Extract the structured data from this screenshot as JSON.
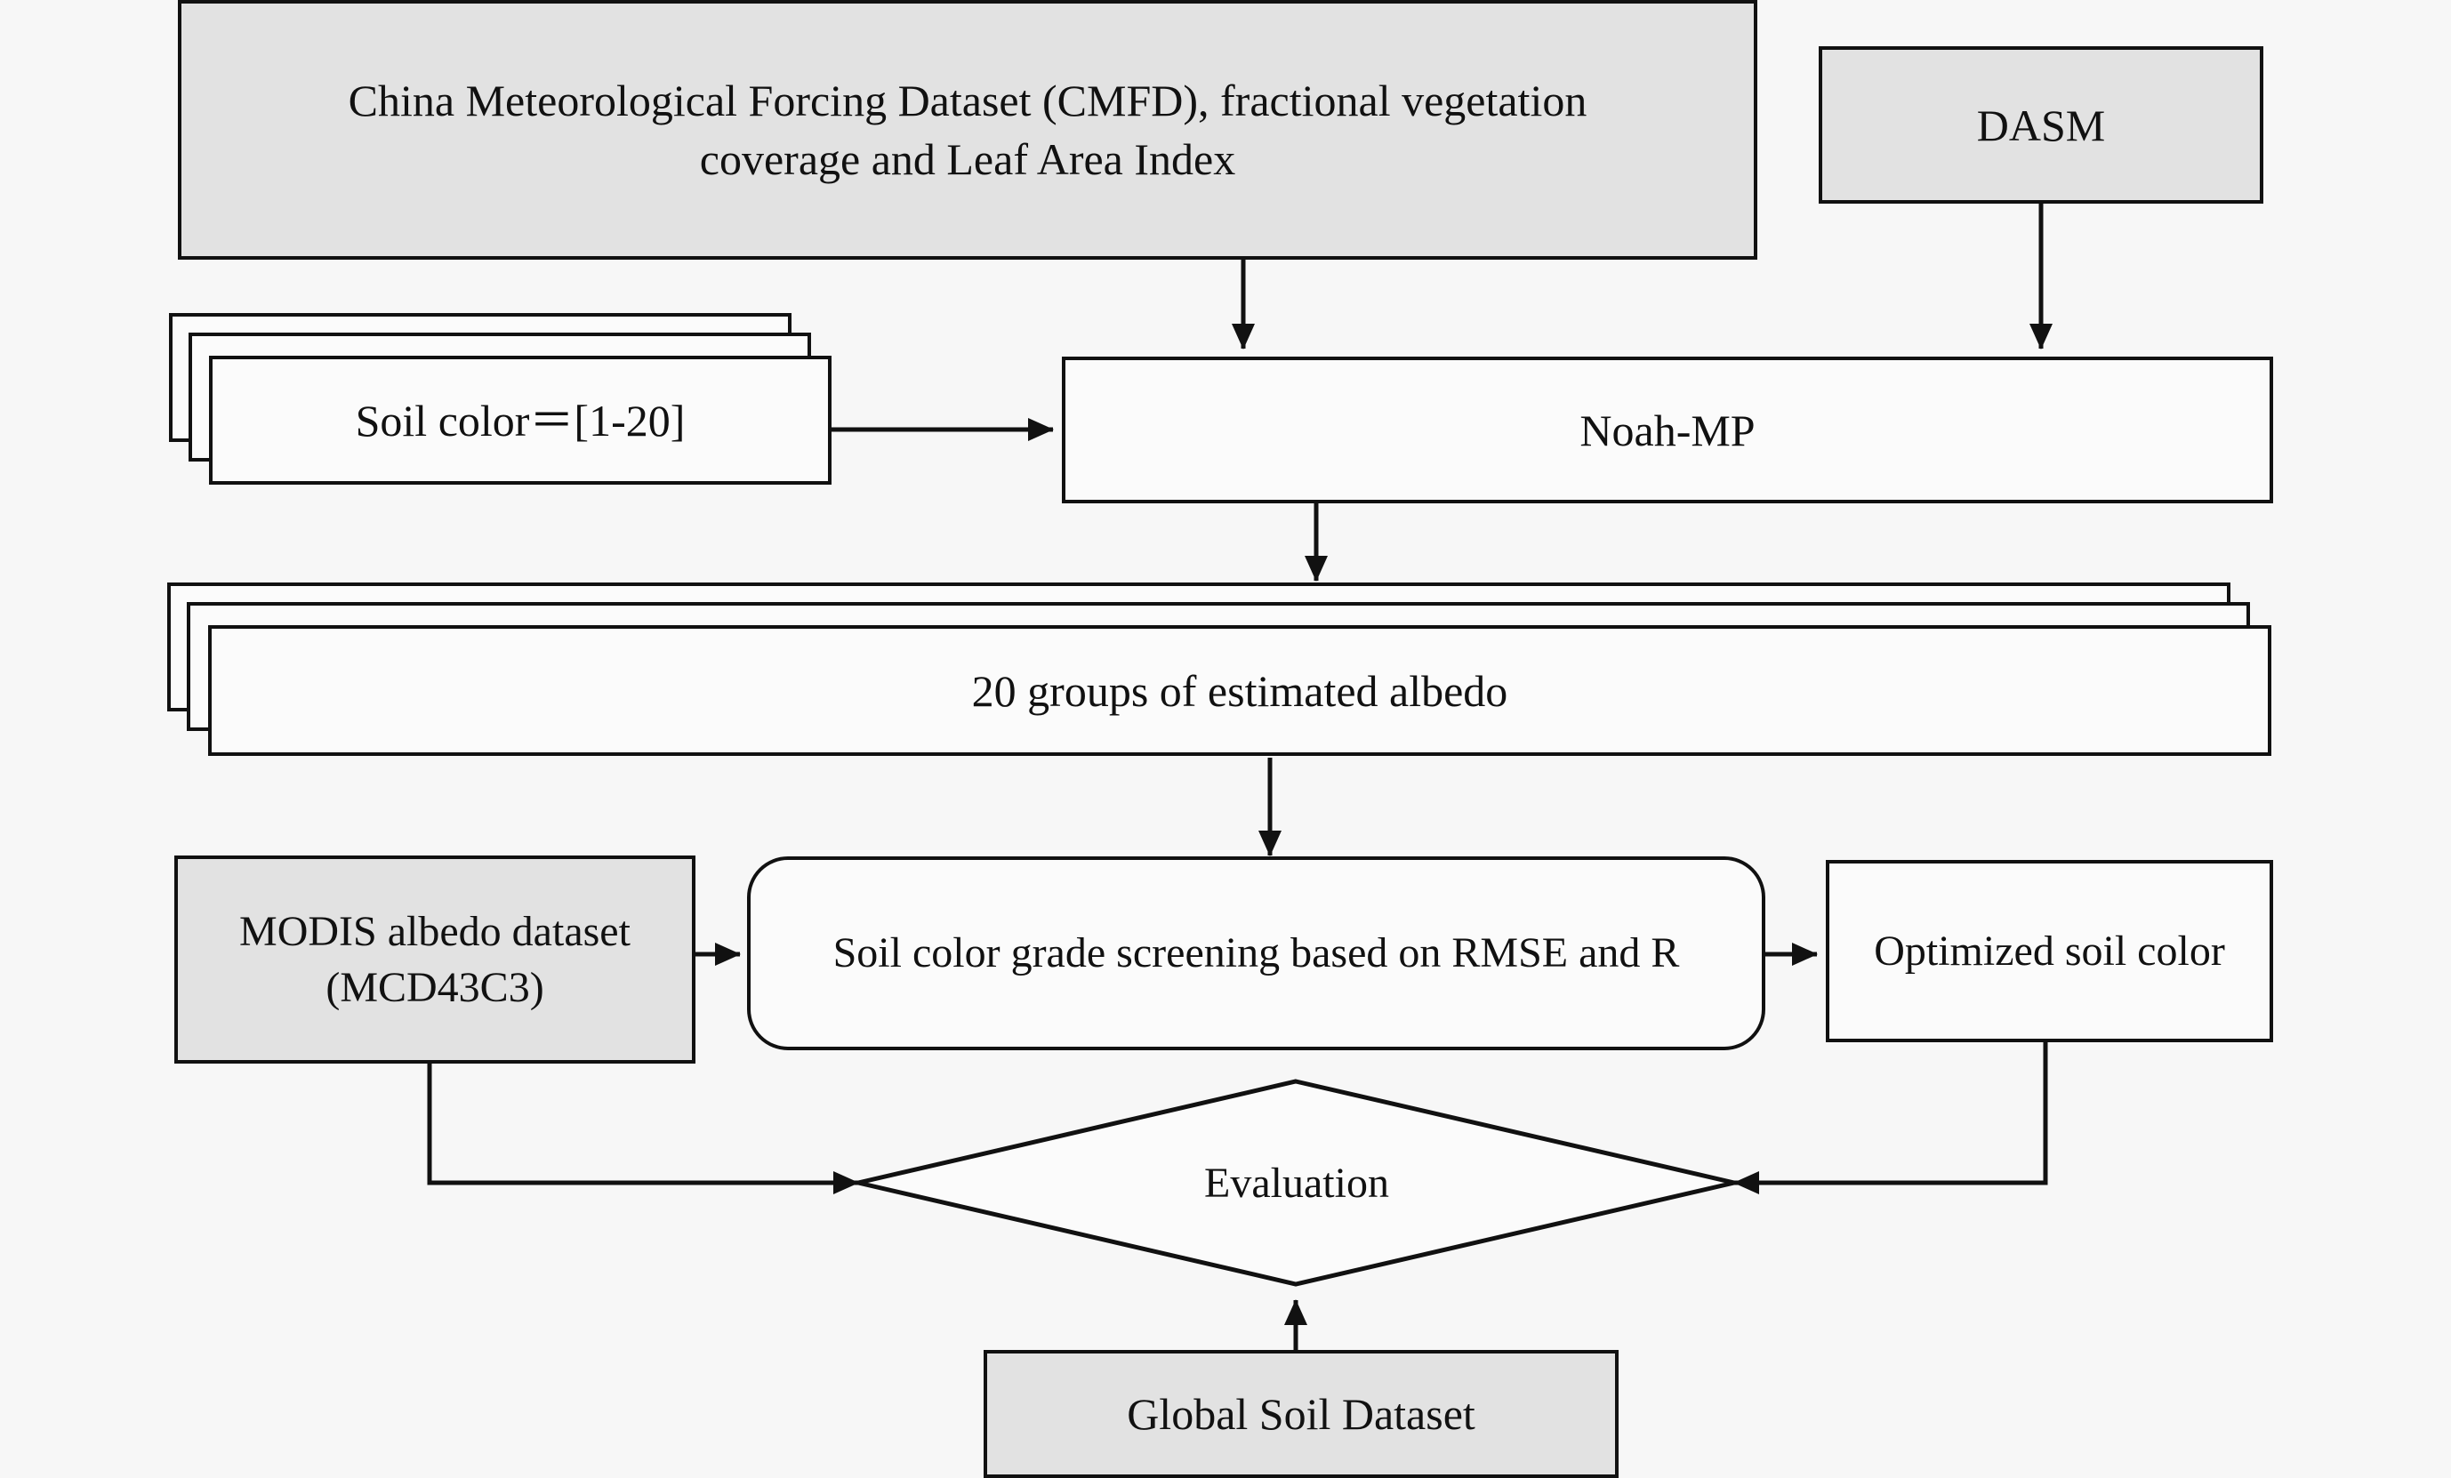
{
  "diagram": {
    "title": "Soil colour optimisation workflow flowchart",
    "background_color": "#f7f7f7",
    "border_color": "#111111",
    "filled_node_color": "#e2e2e2",
    "plain_node_color": "#fbfbfb",
    "nodes": {
      "cmfd": {
        "label": "China Meteorological Forcing Dataset (CMFD), fractional vegetation\ncoverage and Leaf Area Index",
        "shape": "rectangle",
        "fill": "filled"
      },
      "dasm": {
        "label": "DASM",
        "shape": "rectangle",
        "fill": "filled"
      },
      "soil_color": {
        "label": "Soil color＝[1-20]",
        "shape": "stacked-rectangle",
        "fill": "plain",
        "stack_count": 3
      },
      "noah_mp": {
        "label": "Noah-MP",
        "shape": "rectangle",
        "fill": "plain"
      },
      "estimated_albedo": {
        "label": "20 groups of estimated albedo",
        "shape": "stacked-rectangle",
        "fill": "plain",
        "stack_count": 3
      },
      "modis": {
        "label": "MODIS albedo dataset\n(MCD43C3)",
        "shape": "rectangle",
        "fill": "filled"
      },
      "screening": {
        "label": "Soil color grade screening based on RMSE and R",
        "shape": "rounded-rectangle",
        "fill": "plain"
      },
      "optimized": {
        "label": "Optimized soil color",
        "shape": "rectangle",
        "fill": "plain"
      },
      "evaluation": {
        "label": "Evaluation",
        "shape": "diamond",
        "fill": "plain"
      },
      "global_soil": {
        "label": "Global Soil Dataset",
        "shape": "rectangle",
        "fill": "filled"
      }
    },
    "edges": [
      {
        "name": "cmfd-to-noah-mp",
        "from": "cmfd",
        "to": "noah_mp",
        "arrow": "down"
      },
      {
        "name": "dasm-to-noah-mp",
        "from": "dasm",
        "to": "noah_mp",
        "arrow": "down"
      },
      {
        "name": "soil-color-to-noah-mp",
        "from": "soil_color",
        "to": "noah_mp",
        "arrow": "right"
      },
      {
        "name": "noah-mp-to-albedo",
        "from": "noah_mp",
        "to": "estimated_albedo",
        "arrow": "down"
      },
      {
        "name": "albedo-to-screening",
        "from": "estimated_albedo",
        "to": "screening",
        "arrow": "down"
      },
      {
        "name": "modis-to-screening",
        "from": "modis",
        "to": "screening",
        "arrow": "right"
      },
      {
        "name": "screening-to-optimized",
        "from": "screening",
        "to": "optimized",
        "arrow": "right"
      },
      {
        "name": "modis-to-evaluation",
        "from": "modis",
        "to": "evaluation",
        "arrow": "right"
      },
      {
        "name": "optimized-to-evaluation",
        "from": "optimized",
        "to": "evaluation",
        "arrow": "left"
      },
      {
        "name": "global-soil-to-evaluation",
        "from": "global_soil",
        "to": "evaluation",
        "arrow": "up"
      }
    ]
  }
}
